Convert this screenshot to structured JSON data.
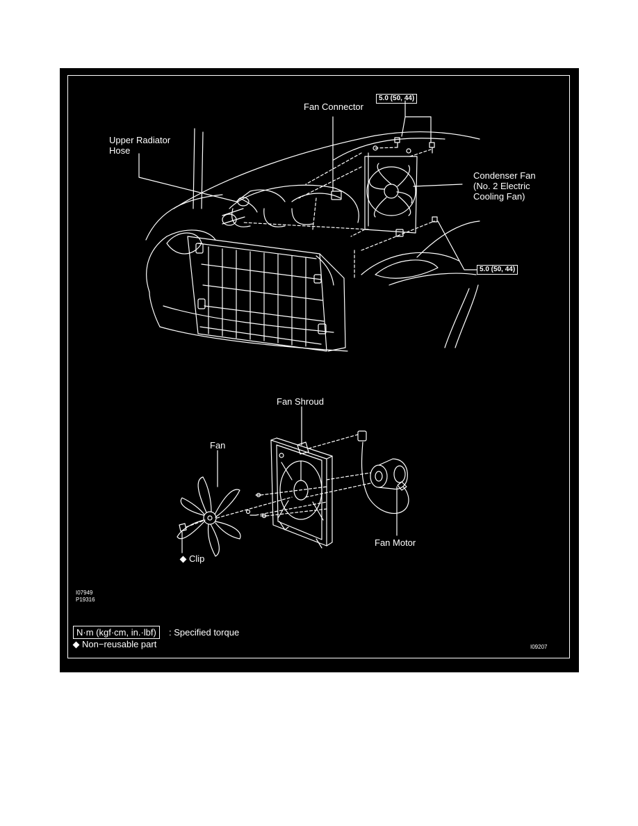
{
  "labels": {
    "fan_connector": "Fan Connector",
    "upper_radiator_hose": "Upper Radiator\nHose",
    "condenser_fan": "Condenser Fan\n(No. 2 Electric\nCooling Fan)",
    "fan_shroud": "Fan Shroud",
    "fan": "Fan",
    "fan_motor": "Fan Motor",
    "clip": "Clip"
  },
  "torque": {
    "top": "5.0 (50, 44)",
    "right": "5.0 (50, 44)"
  },
  "codes": {
    "top_left_1": "I07949",
    "top_left_2": "P19316",
    "bottom_right": "I09207"
  },
  "legend": {
    "torque_unit": "N·m (kgf·cm, in.·lbf)",
    "torque_desc": ": Specified torque",
    "non_reusable": "Non−reusable part"
  },
  "colors": {
    "background": "#000000",
    "linework": "#ffffff",
    "page": "#ffffff"
  }
}
